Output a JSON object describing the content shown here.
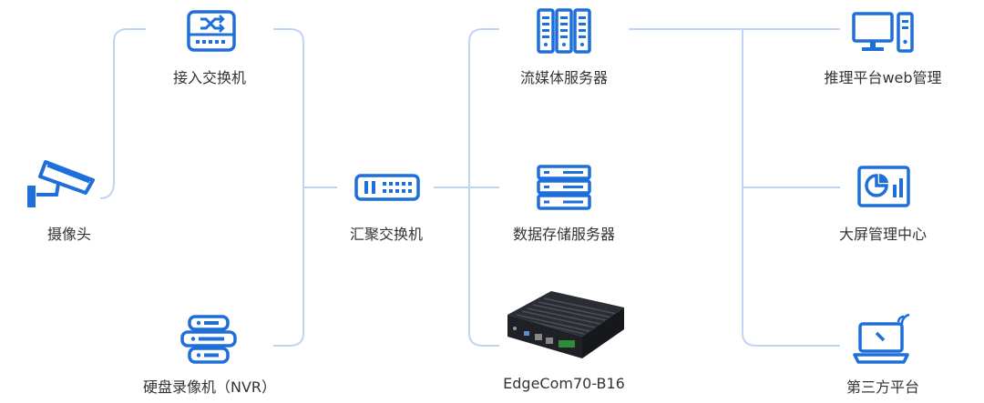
{
  "colors": {
    "line": "#bcd6f3",
    "icon": "#1e6fd9",
    "text": "#333333"
  },
  "nodes": {
    "access_switch": {
      "label": "接入交换机",
      "icon": "switch-icon"
    },
    "camera": {
      "label": "摄像头",
      "icon": "camera-icon"
    },
    "nvr": {
      "label": "硬盘录像机（NVR）",
      "icon": "server-stack-icon"
    },
    "aggregation_switch": {
      "label": "汇聚交换机",
      "icon": "switch-rack-icon"
    },
    "streaming_server": {
      "label": "流媒体服务器",
      "icon": "server-rack-icon"
    },
    "storage_server": {
      "label": "数据存储服务器",
      "icon": "storage-server-icon"
    },
    "edgecom": {
      "label": "EdgeCom70-B16",
      "icon": "edge-device-image"
    },
    "web_mgmt": {
      "label": "推理平台web管理",
      "icon": "desktop-pc-icon"
    },
    "bigscreen": {
      "label": "大屏管理中心",
      "icon": "dashboard-icon"
    },
    "third_party": {
      "label": "第三方平台",
      "icon": "laptop-wireless-icon"
    }
  }
}
